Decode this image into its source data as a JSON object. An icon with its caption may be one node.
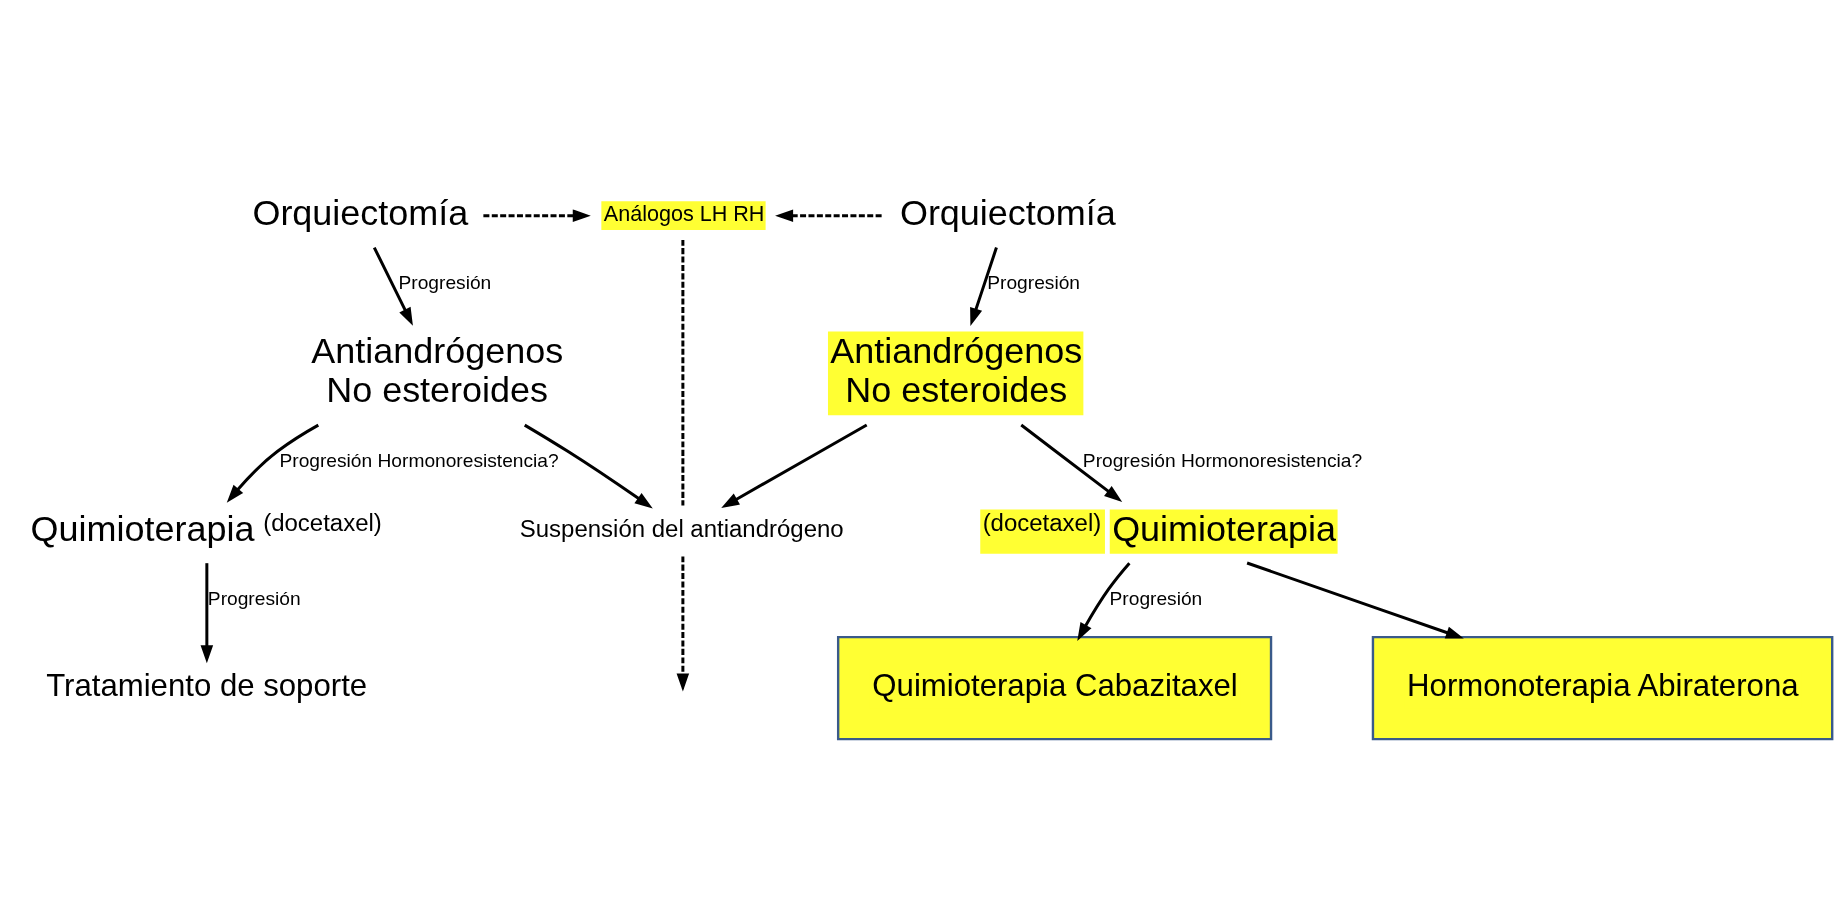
{
  "diagram": {
    "nodes": [
      {
        "text": [
          "Orquiectomía"
        ]
      },
      {
        "text": [
          "Análogos LH RH"
        ]
      },
      {
        "text": [
          "Orquiectomía"
        ]
      },
      {
        "text": [
          "Antiandrógenos",
          "No esteroides"
        ]
      },
      {
        "text": [
          "Suspensión del antiandrógeno"
        ]
      },
      {
        "text": [
          "Antiandrógenos",
          "No esteroides"
        ]
      },
      {
        "text": [
          "Quimioterapia"
        ],
        "beside": [
          "(docetaxel)"
        ]
      },
      {
        "text": [
          "Quimioterapia"
        ],
        "beside": [
          "(docetaxel)"
        ]
      },
      {
        "text": [
          "Tratamiento de soporte"
        ]
      },
      {
        "text": [
          "Quimioterapia Cabazitaxel"
        ]
      },
      {
        "text": [
          "Hormonoterapia Abiraterona"
        ]
      }
    ],
    "edges": [
      {
        "from": 0,
        "to": 1,
        "arrow": "to",
        "style": "dashed"
      },
      {
        "from": 2,
        "to": 1,
        "arrow": "to",
        "style": "dashed"
      },
      {
        "from": 0,
        "to": 3,
        "arrow": "to",
        "label": "Progresión"
      },
      {
        "from": 2,
        "to": 5,
        "arrow": "to",
        "label": "Progresión"
      },
      {
        "from": 1,
        "to": 4,
        "arrow": "none",
        "style": "dashed"
      },
      {
        "from": 3,
        "to": 4,
        "arrow": "to"
      },
      {
        "from": 5,
        "to": 4,
        "arrow": "to"
      },
      {
        "from": 3,
        "to": 6,
        "arrow": "to",
        "label": "Progresión Hormonoresistencia?"
      },
      {
        "from": 5,
        "to": 7,
        "arrow": "to",
        "label": "Progresión Hormonoresistencia?"
      },
      {
        "from": 4,
        "to": null,
        "arrow": "to",
        "style": "dashed"
      },
      {
        "from": 6,
        "to": 8,
        "arrow": "to",
        "label": "Progresión"
      },
      {
        "from": 7,
        "to": 9,
        "arrow": "to",
        "label": "Progresión"
      },
      {
        "from": 7,
        "to": 10,
        "arrow": "to"
      }
    ]
  }
}
